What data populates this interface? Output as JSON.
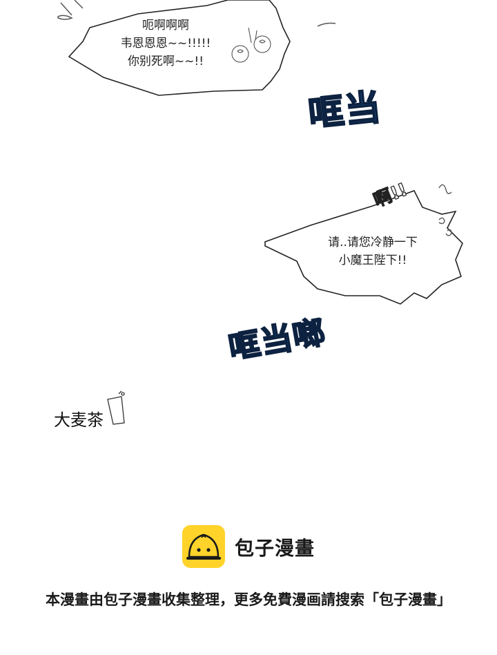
{
  "panel": {
    "bubble1": {
      "lines": [
        "呃啊啊啊",
        "韦恩恩恩~~!!!!!",
        "你别死啊~~!!"
      ]
    },
    "sfx1": "哐当",
    "shout_small": "啊!!",
    "bubble2": {
      "lines": [
        "请..请您冷静一下",
        "小魔王陛下!!"
      ]
    },
    "sfx2": "哐当啷",
    "credit_tag": "大麦茶"
  },
  "watermark": {
    "logo_name": "包子漫畫",
    "logo_icon": "bun-icon",
    "brand_color": "#ffd32a",
    "footer_text": "本漫畫由包子漫畫收集整理，更多免費漫画請搜索「包子漫畫」"
  },
  "colors": {
    "sfx_fill": "#1d5a9c",
    "sfx_outline": "#0d2240"
  }
}
